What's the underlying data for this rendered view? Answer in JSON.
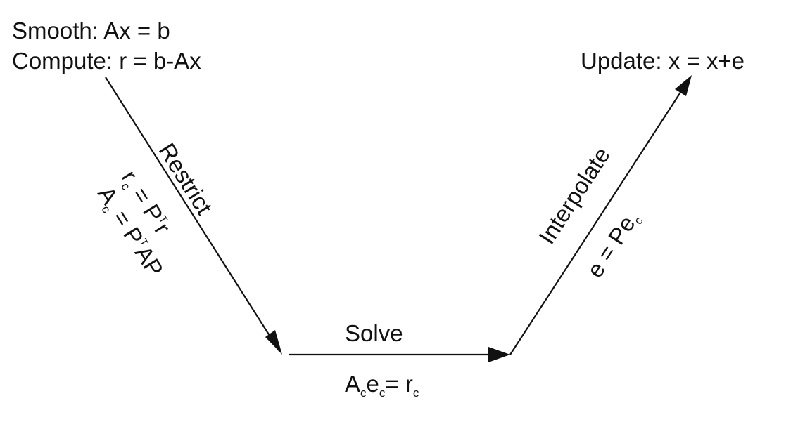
{
  "nodes": {
    "smooth": "Smooth: Ax = b",
    "compute": "Compute: r = b-Ax",
    "update": "Update: x = x+e"
  },
  "restrict": {
    "label": "Restrict",
    "eq1": {
      "a": "r",
      "a_sub": "c",
      "b": " = P",
      "b_sup": "T",
      "c": "r"
    },
    "eq2": {
      "a": "A",
      "a_sub": "c",
      "b": " = P",
      "b_sup": "T",
      "c": "AP"
    }
  },
  "solve": {
    "label": "Solve",
    "eq": {
      "a": "A",
      "a_sub": "c",
      "b": "e",
      "b_sub": "c",
      "c": "= r",
      "c_sub": "c"
    }
  },
  "interpolate": {
    "label": "Interpolate",
    "eq": {
      "a": "e = Pe",
      "a_sub": "c"
    }
  },
  "colors": {
    "stroke": "#111111",
    "background": "#ffffff"
  }
}
